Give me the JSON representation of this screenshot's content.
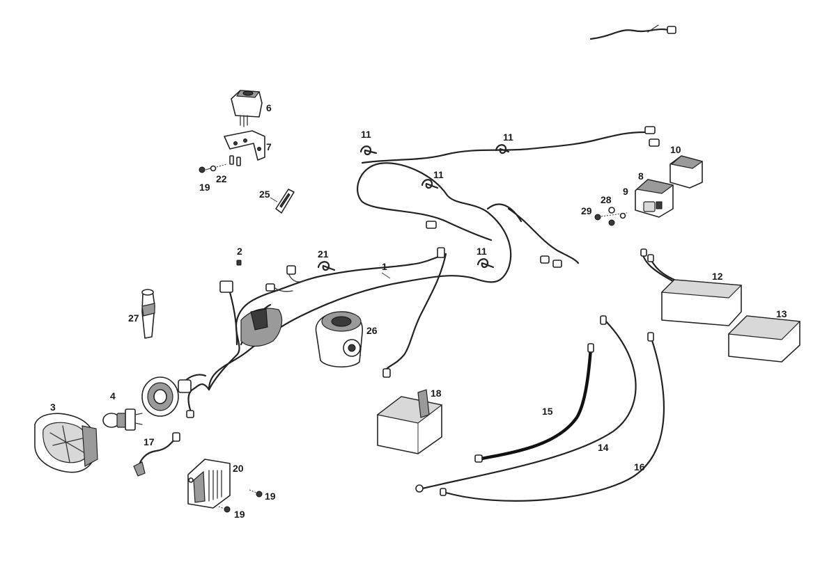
{
  "diagram": {
    "background_color": "#ffffff",
    "line_color": "#222222",
    "callouts": [
      {
        "id": "c1",
        "text": "1"
      },
      {
        "id": "c2",
        "text": "2"
      },
      {
        "id": "c3",
        "text": "3"
      },
      {
        "id": "c4",
        "text": "4"
      },
      {
        "id": "c6",
        "text": "6"
      },
      {
        "id": "c7",
        "text": "7"
      },
      {
        "id": "c8",
        "text": "8"
      },
      {
        "id": "c9",
        "text": "9"
      },
      {
        "id": "c10",
        "text": "10"
      },
      {
        "id": "c11a",
        "text": "11"
      },
      {
        "id": "c11b",
        "text": "11"
      },
      {
        "id": "c11c",
        "text": "11"
      },
      {
        "id": "c11d",
        "text": "11"
      },
      {
        "id": "c12",
        "text": "12"
      },
      {
        "id": "c13",
        "text": "13"
      },
      {
        "id": "c14",
        "text": "14"
      },
      {
        "id": "c15",
        "text": "15"
      },
      {
        "id": "c16",
        "text": "16"
      },
      {
        "id": "c17",
        "text": "17"
      },
      {
        "id": "c18",
        "text": "18"
      },
      {
        "id": "c19a",
        "text": "19"
      },
      {
        "id": "c19b",
        "text": "19"
      },
      {
        "id": "c19c",
        "text": "19"
      },
      {
        "id": "c20",
        "text": "20"
      },
      {
        "id": "c21",
        "text": "21"
      },
      {
        "id": "c22",
        "text": "22"
      },
      {
        "id": "c25",
        "text": "25"
      },
      {
        "id": "c26",
        "text": "26"
      },
      {
        "id": "c27",
        "text": "27"
      },
      {
        "id": "c28",
        "text": "28"
      },
      {
        "id": "c29",
        "text": "29"
      }
    ]
  }
}
